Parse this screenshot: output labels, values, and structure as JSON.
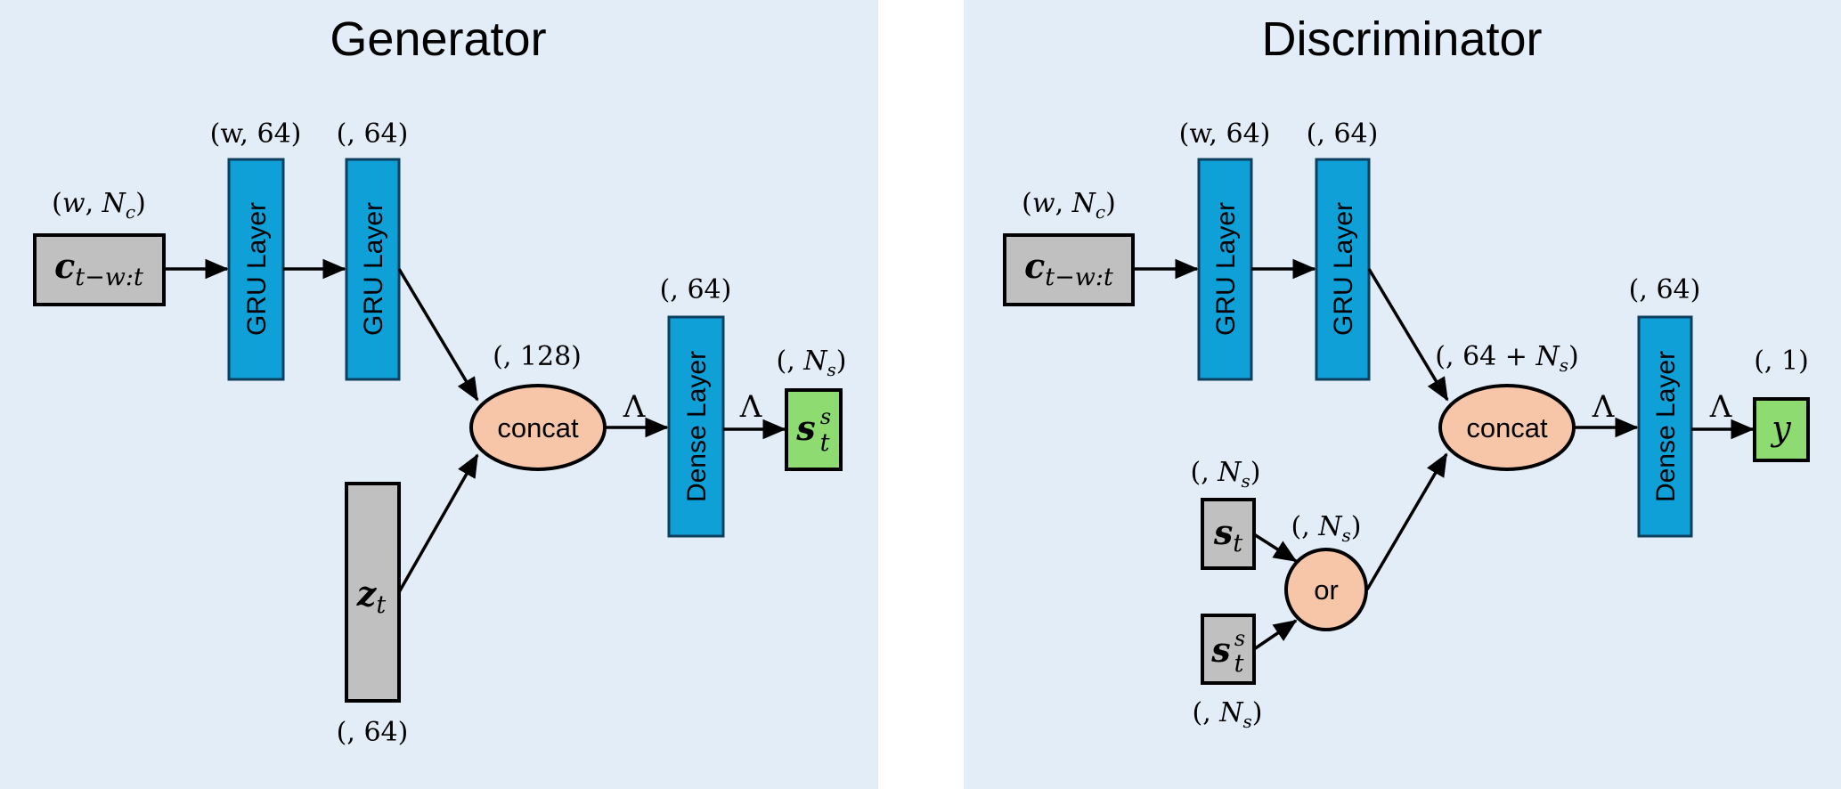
{
  "colors": {
    "panel_bg": "#e3edf8",
    "gap_bg": "#ffffff",
    "layer_fill": "#10a0d8",
    "layer_stroke": "#0d3f5e",
    "input_fill": "#c0c0c0",
    "output_fill": "#8edb72",
    "op_fill": "#f7c6a9"
  },
  "generator": {
    "title": "Generator",
    "input": {
      "symbol": "c",
      "subscript": "t−w:t",
      "dim": {
        "open": "(",
        "a": "w",
        "sep": ", ",
        "b": "N",
        "b_sub": "c",
        "close": ")"
      }
    },
    "gru1": {
      "label": "GRU Layer",
      "dim": "(w, 64)"
    },
    "gru2": {
      "label": "GRU Layer",
      "dim": "(, 64)"
    },
    "noise": {
      "symbol": "z",
      "subscript": "t",
      "dim": "(, 64)"
    },
    "concat": {
      "label": "concat",
      "dim": "(, 128)"
    },
    "activation_1": "Λ",
    "dense": {
      "label": "Dense Layer",
      "dim": "(, 64)"
    },
    "activation_2": "Λ",
    "output": {
      "symbol": "s",
      "subscript": "t",
      "superscript": "s",
      "dim": {
        "open": "(, ",
        "b": "N",
        "b_sub": "s",
        "close": ")"
      }
    }
  },
  "discriminator": {
    "title": "Discriminator",
    "input": {
      "symbol": "c",
      "subscript": "t−w:t",
      "dim": {
        "open": "(",
        "a": "w",
        "sep": ", ",
        "b": "N",
        "b_sub": "c",
        "close": ")"
      }
    },
    "gru1": {
      "label": "GRU Layer",
      "dim": "(w, 64)"
    },
    "gru2": {
      "label": "GRU Layer",
      "dim": "(, 64)"
    },
    "real_sample": {
      "symbol": "s",
      "subscript": "t",
      "dim": {
        "open": "(, ",
        "b": "N",
        "b_sub": "s",
        "close": ")"
      }
    },
    "synthetic_sample": {
      "symbol": "s",
      "subscript": "t",
      "superscript": "s",
      "dim": {
        "open": "(, ",
        "b": "N",
        "b_sub": "s",
        "close": ")"
      }
    },
    "or": {
      "label": "or",
      "dim": {
        "open": "(, ",
        "b": "N",
        "b_sub": "s",
        "close": ")"
      }
    },
    "concat": {
      "label": "concat",
      "dim": {
        "open": "(, 64 + ",
        "b": "N",
        "b_sub": "s",
        "close": ")"
      }
    },
    "activation_1": "Λ",
    "dense": {
      "label": "Dense Layer",
      "dim": "(, 64)"
    },
    "activation_2": "Λ",
    "output": {
      "symbol": "y",
      "dim": "(, 1)"
    }
  }
}
